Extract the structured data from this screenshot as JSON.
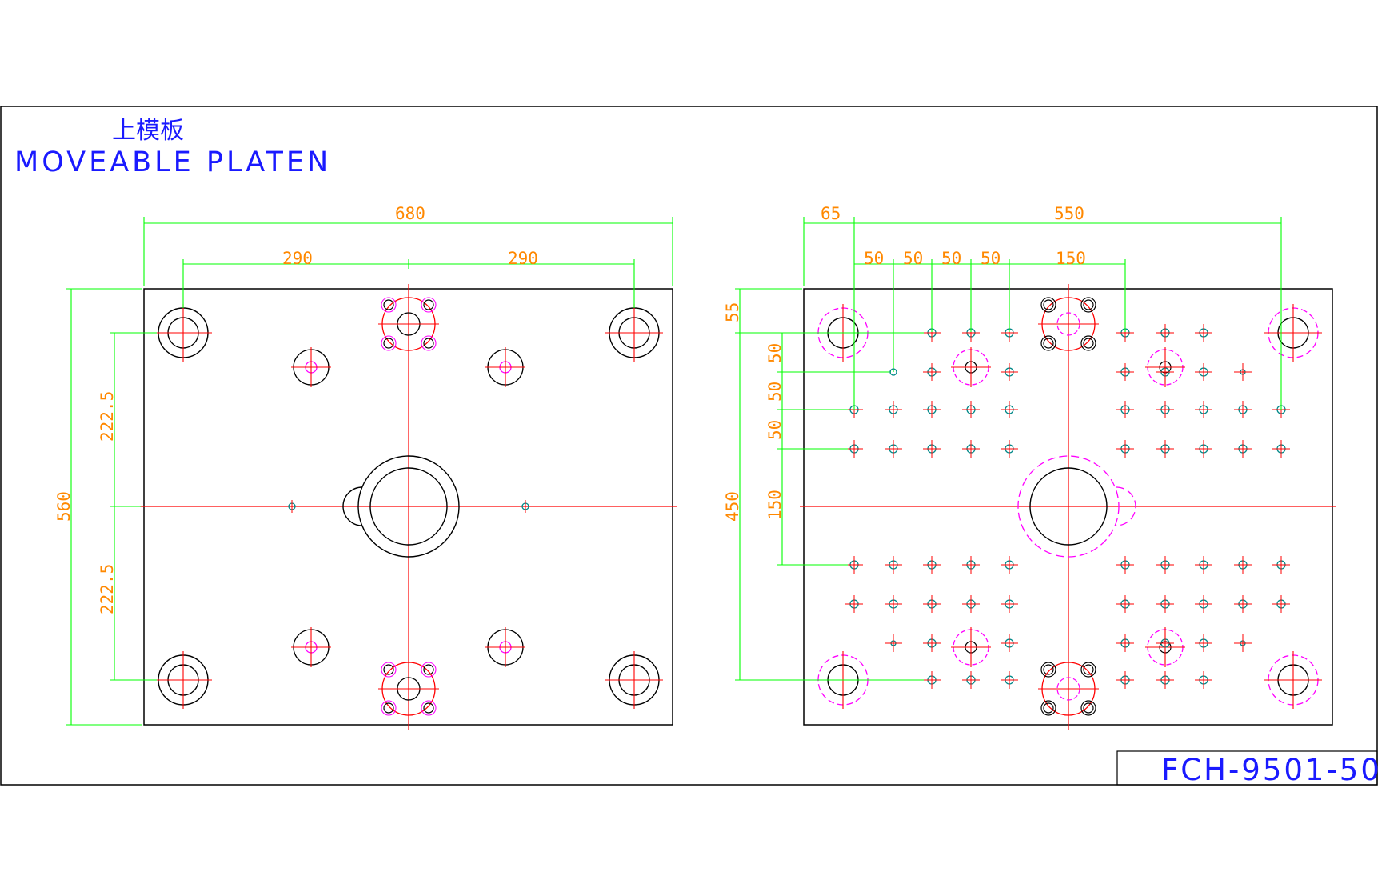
{
  "title_block": {
    "title_cn": "上模板",
    "title_en": "MOVEABLE PLATEN",
    "drawing_number": "FCH-9501-50"
  },
  "left_view": {
    "dim_overall_width": "680",
    "dim_half_left": "290",
    "dim_half_right": "290",
    "dim_overall_height": "560",
    "dim_upper_half": "222.5",
    "dim_lower_half": "222.5"
  },
  "right_view": {
    "dim_edge_offset": "65",
    "dim_hole_span": "550",
    "dim_pitch_1": "50",
    "dim_pitch_2": "50",
    "dim_pitch_3": "50",
    "dim_pitch_4": "50",
    "dim_right_group": "150",
    "dim_top_offset": "55",
    "dim_row_1": "50",
    "dim_row_2": "50",
    "dim_row_3": "50",
    "dim_center_gap": "150",
    "dim_vertical_span": "450"
  },
  "colors": {
    "outline": "#000000",
    "centerline": "#ff0000",
    "dimension": "#00ff00",
    "dimension_text": "#ff8800",
    "title_text": "#1a1aff",
    "hidden": "#ff00ff",
    "small_hole": "#008888"
  }
}
